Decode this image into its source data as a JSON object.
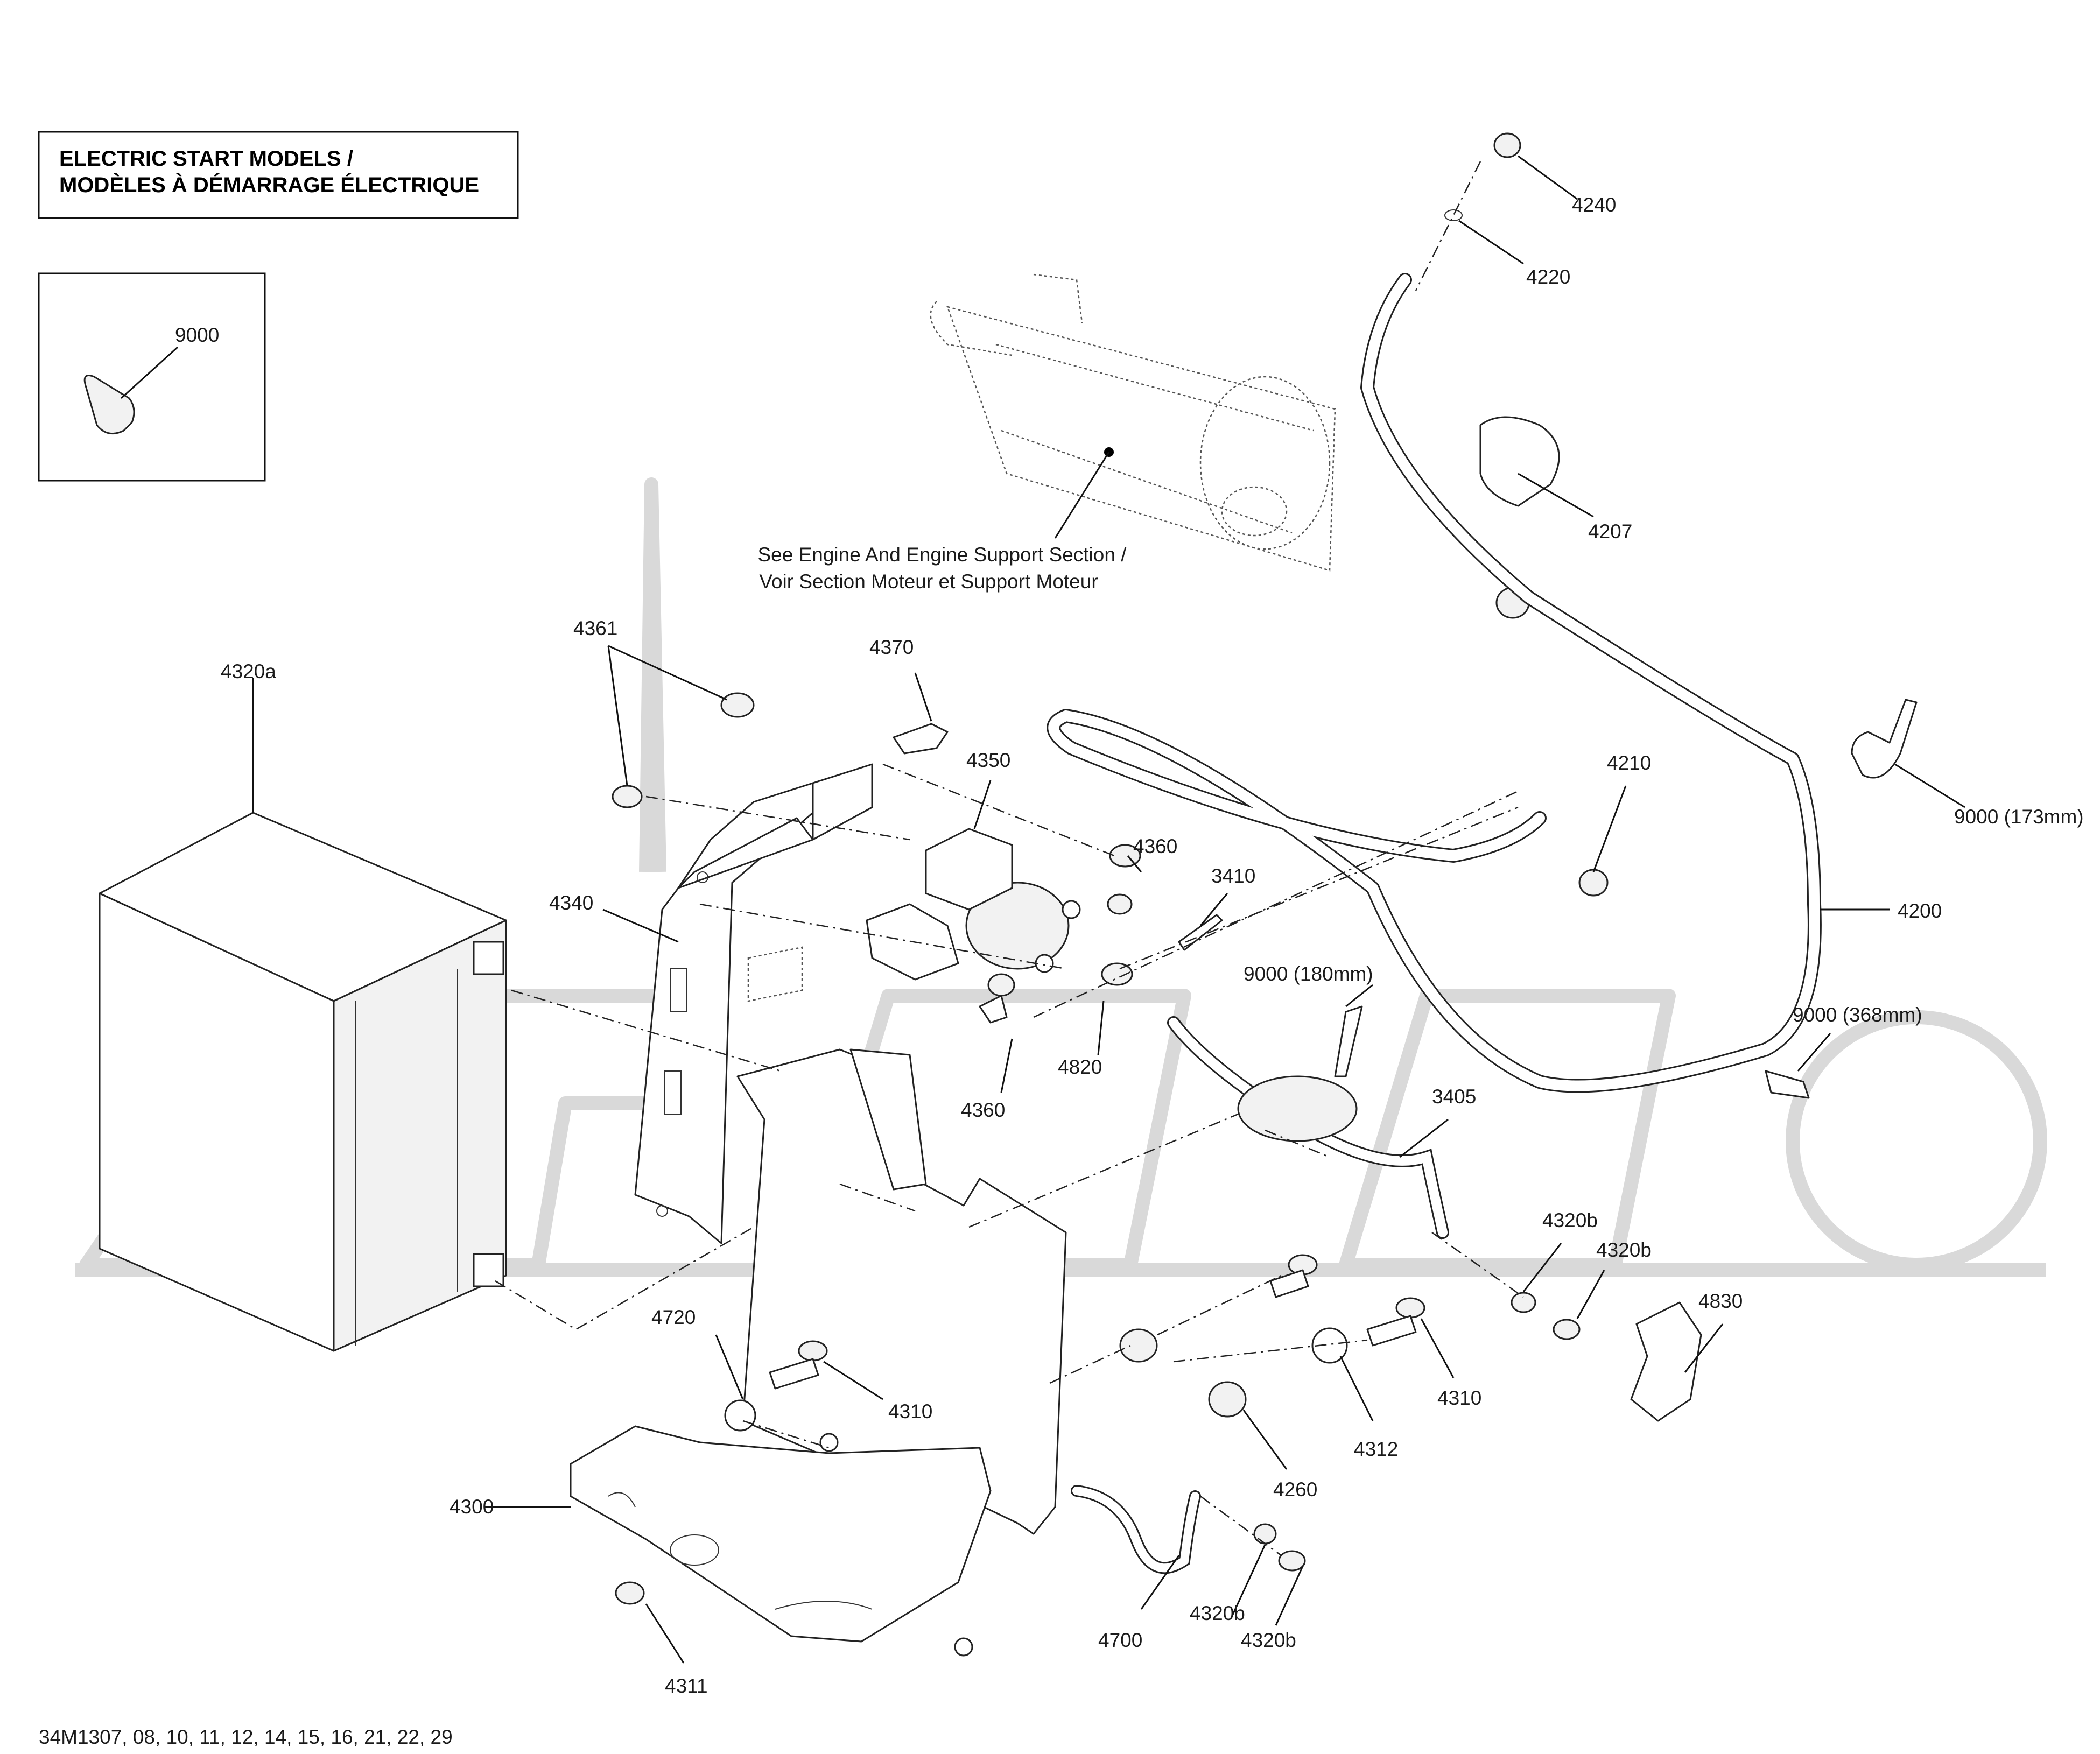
{
  "header_box": {
    "line1": "ELECTRIC START MODELS /",
    "line2": "MODÈLES À DÉMARRAGE ÉLECTRIQUE"
  },
  "inset": {
    "label": "9000"
  },
  "engine_note": {
    "line1": "See Engine And Engine Support Section /",
    "line2": "Voir Section Moteur et Support Moteur"
  },
  "part_labels": [
    {
      "id": "p4240",
      "text": "4240"
    },
    {
      "id": "p4220",
      "text": "4220"
    },
    {
      "id": "p4207",
      "text": "4207"
    },
    {
      "id": "p9000a",
      "text": "9000 (173mm)"
    },
    {
      "id": "p4210",
      "text": "4210"
    },
    {
      "id": "p4200",
      "text": "4200"
    },
    {
      "id": "p9000b",
      "text": "9000 (368mm)"
    },
    {
      "id": "p4320a",
      "text": "4320a"
    },
    {
      "id": "p4361",
      "text": "4361"
    },
    {
      "id": "p4370",
      "text": "4370"
    },
    {
      "id": "p4350",
      "text": "4350"
    },
    {
      "id": "p4360a",
      "text": "4360"
    },
    {
      "id": "p3410",
      "text": "3410"
    },
    {
      "id": "p9000c",
      "text": "9000 (180mm)"
    },
    {
      "id": "p4340",
      "text": "4340"
    },
    {
      "id": "p4820",
      "text": "4820"
    },
    {
      "id": "p4360b",
      "text": "4360"
    },
    {
      "id": "p3405",
      "text": "3405"
    },
    {
      "id": "p4320b1",
      "text": "4320b"
    },
    {
      "id": "p4320b2",
      "text": "4320b"
    },
    {
      "id": "p4830",
      "text": "4830"
    },
    {
      "id": "p4720",
      "text": "4720"
    },
    {
      "id": "p4310a",
      "text": "4310"
    },
    {
      "id": "p4310b",
      "text": "4310"
    },
    {
      "id": "p4312",
      "text": "4312"
    },
    {
      "id": "p4260",
      "text": "4260"
    },
    {
      "id": "p4300",
      "text": "4300"
    },
    {
      "id": "p4700",
      "text": "4700"
    },
    {
      "id": "p4320b3",
      "text": "4320b"
    },
    {
      "id": "p4320b4",
      "text": "4320b"
    },
    {
      "id": "p4311",
      "text": "4311"
    }
  ],
  "footer": {
    "reference": "34M1307, 08, 10, 11, 12, 14, 15, 16, 21, 22, 29"
  }
}
